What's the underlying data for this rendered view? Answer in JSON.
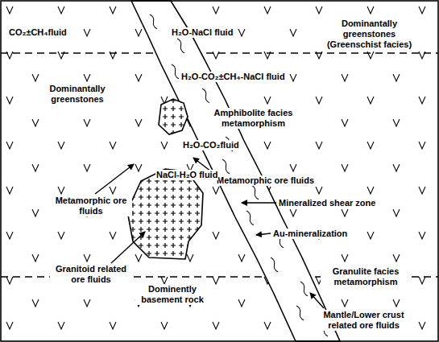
{
  "diagram": {
    "labels": [
      "CO₂±CH₄fluid",
      "H₂O-NaCl fluid",
      "Dominantally greenstones (Greenschist facies)",
      "H₂O-CO₂±CH₄-NaCl fluid",
      "Dominantally greenstones",
      "Amphibolite facies metamorphism",
      "H₂O-CO₂fluid",
      "Metamorphic ore fluids",
      "NaCl-H₂O fluid",
      "Metamorphic ore fluids",
      "Mineralized shear zone",
      "Au-mineralization",
      "Granitoid related ore fluids",
      "Dominently basement rock",
      "Granulite facies metamorphism",
      "Mantle/Lower crust related ore fluids"
    ]
  }
}
